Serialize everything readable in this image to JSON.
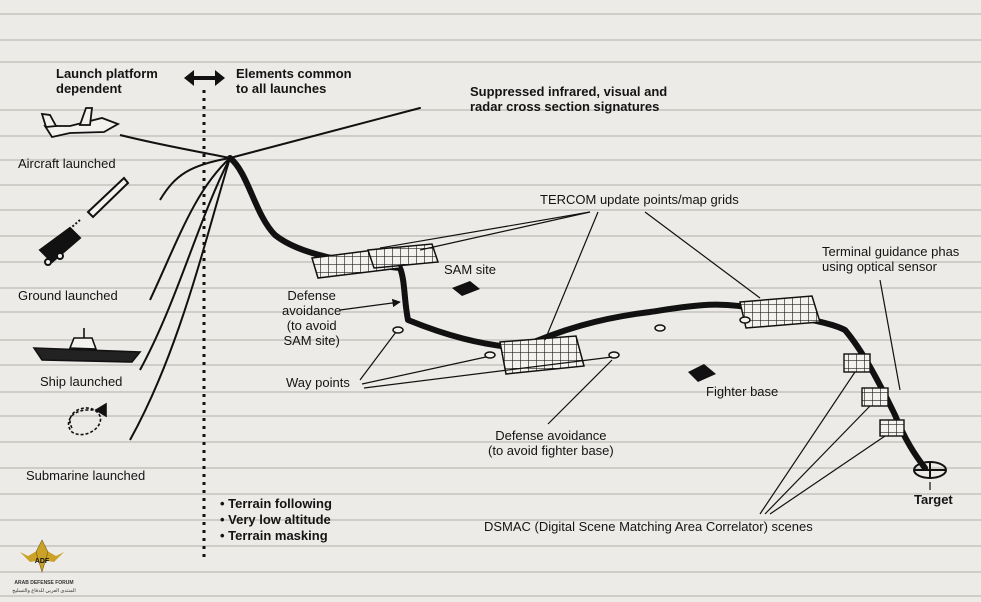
{
  "labels": {
    "launch_platform": "Launch platform\ndependent",
    "elements_common": "Elements common\nto all launches",
    "suppressed": "Suppressed infrared, visual and\nradar cross section signatures",
    "aircraft": "Aircraft launched",
    "ground": "Ground launched",
    "ship": "Ship launched",
    "submarine": "Submarine launched",
    "tercom": "TERCOM update points/map grids",
    "sam_site": "SAM site",
    "defense_avoid_sam": "Defense\navoidance\n(to avoid\nSAM site)",
    "way_points": "Way points",
    "fighter_base": "Fighter base",
    "defense_avoid_fighter": "Defense avoidance\n(to avoid fighter base)",
    "terminal_guidance": "Terminal guidance phas\nusing optical sensor",
    "target": "Target",
    "dsmac": "DSMAC (Digital Scene Matching Area Correlator) scenes"
  },
  "bullets": [
    "Terrain following",
    "Very low altitude",
    "Terrain masking"
  ],
  "emblem": {
    "line1": "ARAB DEFENSE FORUM",
    "line2": "المنتدى العربي للدفاع والتسليح"
  },
  "colors": {
    "background": "#ecebe8",
    "ink": "#141414",
    "emblem_gold": "#c9a227"
  }
}
